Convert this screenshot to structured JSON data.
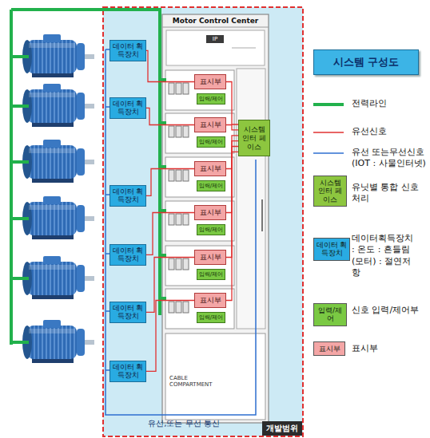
{
  "diagram": {
    "title": "시스템 구성도",
    "nodes": [
      {
        "text": [
          "개발범위"
        ]
      },
      {
        "text": [
          "데이터 획득장치"
        ],
        "in": 0
      },
      {
        "text": [
          "데이터 획득장치"
        ],
        "in": 0
      },
      {
        "text": [
          "데이터 획득장치"
        ],
        "in": 0
      },
      {
        "text": [
          "데이터 획득장치"
        ],
        "in": 0
      },
      {
        "text": [
          "데이터 획득장치"
        ],
        "in": 0
      },
      {
        "text": [
          "데이터 획득장치"
        ],
        "in": 0
      },
      {
        "text": [
          "Motor Control Center"
        ],
        "in": 0
      },
      {
        "text": [
          "표시부"
        ],
        "in": 7
      },
      {
        "text": [
          "입력/제어"
        ],
        "in": 7
      },
      {
        "text": [
          "표시부"
        ],
        "in": 7
      },
      {
        "text": [
          "입력/제어"
        ],
        "in": 7
      },
      {
        "text": [
          "표시부"
        ],
        "in": 7
      },
      {
        "text": [
          "입력/제어"
        ],
        "in": 7
      },
      {
        "text": [
          "표시부"
        ],
        "in": 7
      },
      {
        "text": [
          "입력/제어"
        ],
        "in": 7
      },
      {
        "text": [
          "표시부"
        ],
        "in": 7
      },
      {
        "text": [
          "입력/제어"
        ],
        "in": 7
      },
      {
        "text": [
          "표시부"
        ],
        "in": 7
      },
      {
        "text": [
          "입력/제어"
        ],
        "in": 7
      },
      {
        "text": [
          "시스템 인터 페이스"
        ],
        "in": 7
      }
    ],
    "edges": [
      {
        "from": 1,
        "to": 8,
        "arrow": "none"
      },
      {
        "from": 2,
        "to": 10,
        "arrow": "none"
      },
      {
        "from": 3,
        "to": 12,
        "arrow": "none"
      },
      {
        "from": 4,
        "to": 14,
        "arrow": "none"
      },
      {
        "from": 5,
        "to": 16,
        "arrow": "none"
      },
      {
        "from": 6,
        "to": 18,
        "arrow": "none"
      },
      {
        "from": 8,
        "to": 20,
        "arrow": "none"
      },
      {
        "from": 10,
        "to": 20,
        "arrow": "none"
      },
      {
        "from": 12,
        "to": 20,
        "arrow": "none"
      },
      {
        "from": 14,
        "to": 20,
        "arrow": "none"
      },
      {
        "from": 16,
        "to": 20,
        "arrow": "none"
      },
      {
        "from": 18,
        "to": 20,
        "arrow": "none"
      }
    ],
    "labels": [
      "IP",
      "CABLE COMPARTMENT",
      "유선,또는 무선 통신",
      "시스템 인터 페이스",
      "데이터 획득장치",
      "입력/제어",
      "표시부"
    ],
    "legend": [
      {
        "text": "전력라인"
      },
      {
        "text": "유선신호"
      },
      {
        "text": "유선 또는무선신호 (IOT : 사물인터넷)"
      },
      {
        "text": "유닛별 통합 신호처리",
        "color": "#8dc63f"
      },
      {
        "text": "데이터획득장치 : 온도 : 흔들림(모터) : 절연저항",
        "color": "#29abe2"
      },
      {
        "text": "신호 입력/제어부",
        "color": "#7ac943"
      },
      {
        "text": "표시부",
        "color": "#f4a6a6"
      }
    ]
  }
}
